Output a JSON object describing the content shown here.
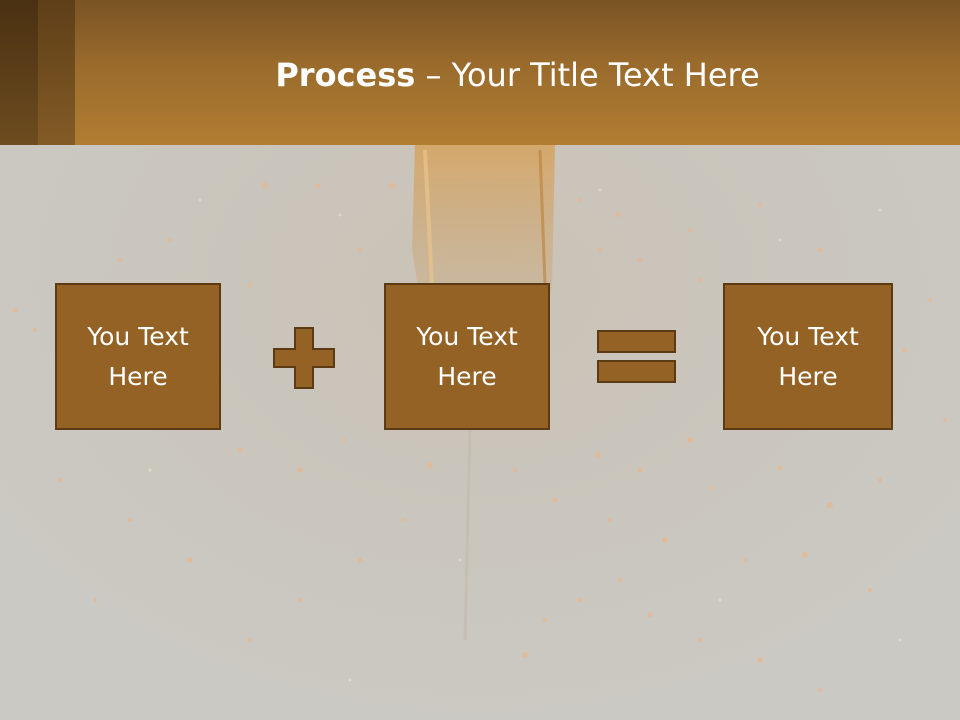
{
  "slide": {
    "title_bold": "Process",
    "title_rest": " – Your Title Text Here"
  },
  "process": {
    "boxes": [
      {
        "label": "You Text Here"
      },
      {
        "label": "You Text Here"
      },
      {
        "label": "You Text Here"
      }
    ],
    "operators": [
      "plus-icon",
      "equals-icon"
    ]
  },
  "colors": {
    "header": "#9a6b2c",
    "box_fill": "#946225",
    "box_border": "#5b3a14",
    "background": "#cdcbc5"
  }
}
